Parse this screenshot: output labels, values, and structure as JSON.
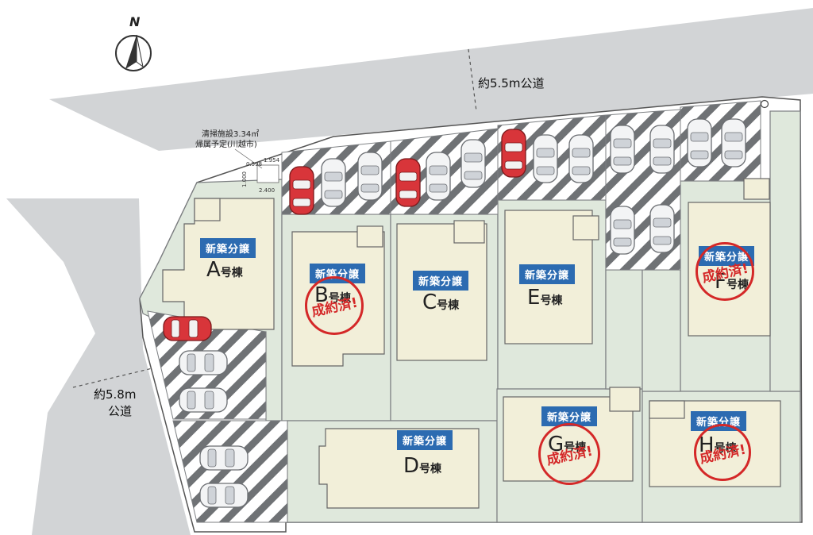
{
  "roads": {
    "north": "約5.5m公道",
    "west_line1": "約5.8m",
    "west_line2": "公道"
  },
  "compass": {
    "letter": "N"
  },
  "facility_note": {
    "line1": "清掃施設3.34㎡",
    "line2": "帰属予定(川越市)"
  },
  "dimensions": {
    "d1": "0.598",
    "d2": "1.954",
    "d3": "1.000",
    "d4": "2.400"
  },
  "units": [
    {
      "id": "A",
      "badge": "新築分譲",
      "letter": "A",
      "suffix": "号棟"
    },
    {
      "id": "B",
      "badge": "新築分譲",
      "letter": "B",
      "suffix": "号棟",
      "stamp": "成約済!"
    },
    {
      "id": "C",
      "badge": "新築分譲",
      "letter": "C",
      "suffix": "号棟"
    },
    {
      "id": "D",
      "badge": "新築分譲",
      "letter": "D",
      "suffix": "号棟"
    },
    {
      "id": "E",
      "badge": "新築分譲",
      "letter": "E",
      "suffix": "号棟"
    },
    {
      "id": "F",
      "badge": "新築分譲",
      "letter": "F",
      "suffix": "号棟",
      "stamp": "成約済!"
    },
    {
      "id": "G",
      "badge": "新築分譲",
      "letter": "G",
      "suffix": "号棟",
      "stamp": "成約済!"
    },
    {
      "id": "H",
      "badge": "新築分譲",
      "letter": "H",
      "suffix": "号棟",
      "stamp": "成約済!"
    }
  ],
  "colors": {
    "road": "#d2d4d6",
    "lot": "#dfe8dc",
    "house": "#f2efd9",
    "badge": "#2c6bb1",
    "stamp": "#d42828",
    "car_red": "#d8353a",
    "car_white": "#f3f4f5"
  }
}
